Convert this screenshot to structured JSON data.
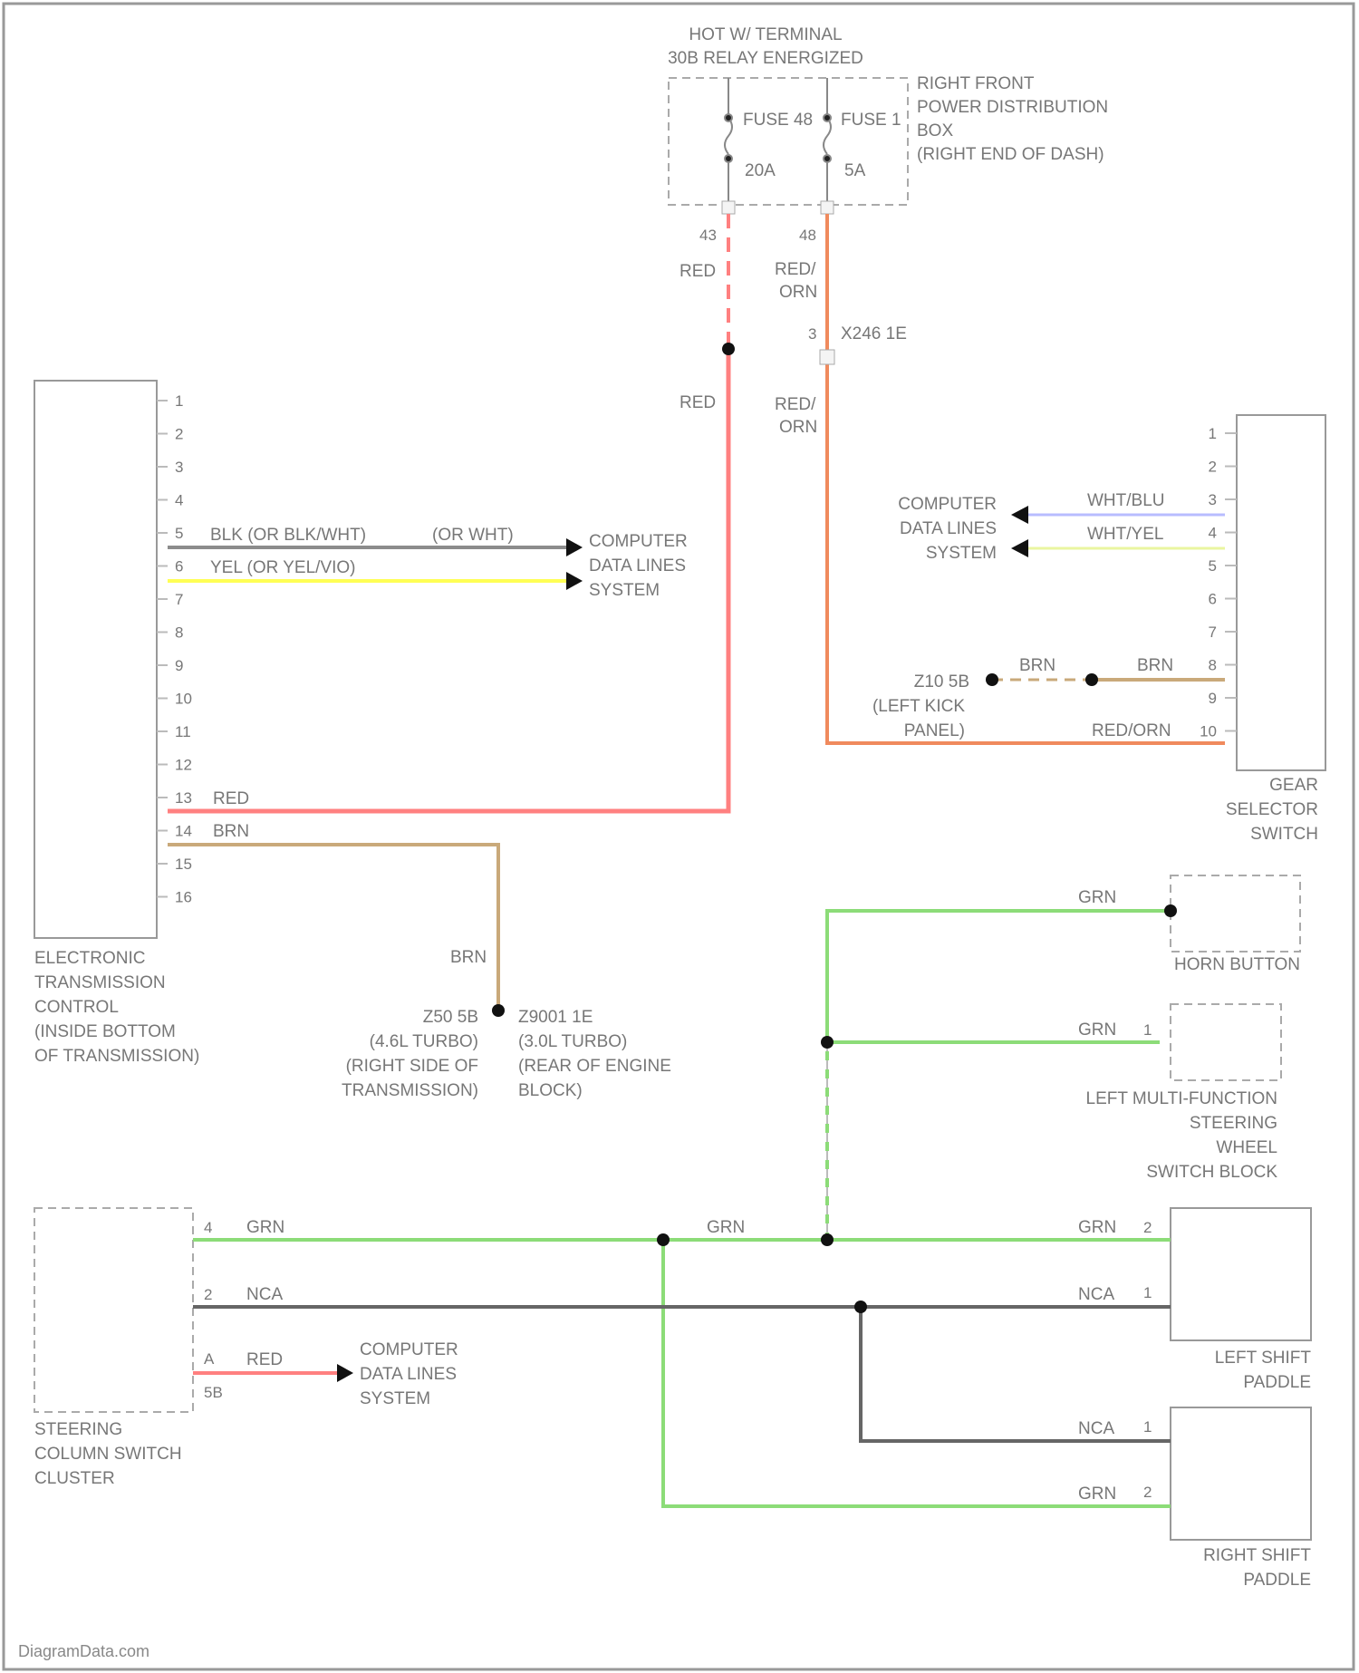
{
  "colors": {
    "red": "#ff8080",
    "red_orn": "#f08a5d",
    "blk": "#8c8c8c",
    "yel": "#ffff55",
    "brn": "#c9a97a",
    "grn": "#8cdc78",
    "nca": "#666666",
    "wht_blu": "#b8bcff",
    "wht_yel": "#eaf5a0"
  },
  "hot_terminal": {
    "line1": "HOT W/ TERMINAL",
    "line2": "30B RELAY ENERGIZED"
  },
  "distribution_box": {
    "label": [
      "RIGHT FRONT",
      "POWER DISTRIBUTION",
      "BOX",
      "(RIGHT END OF DASH)"
    ],
    "fuse_a": {
      "name": "FUSE 48",
      "rating": "20A",
      "pin": "43"
    },
    "fuse_b": {
      "name": "FUSE 1",
      "rating": "5A",
      "pin": "48"
    }
  },
  "wires": {
    "red": "RED",
    "red_orn": [
      "RED/",
      "ORN"
    ],
    "red_orn_full": "RED/ORN",
    "blk": "BLK (OR BLK/WHT)",
    "blk_alt": "(OR WHT)",
    "yel": "YEL (OR YEL/VIO)",
    "brn": "BRN",
    "grn": "GRN",
    "nca": "NCA",
    "wht_blu": "WHT/BLU",
    "wht_yel": "WHT/YEL"
  },
  "connectors": {
    "x246": {
      "label": "X246 1E",
      "pin": "3"
    },
    "g210": {
      "label": "Z10 5B",
      "sub": [
        "(LEFT KICK",
        "PANEL)"
      ]
    },
    "g_left": {
      "label": "Z50 5B",
      "sub": [
        "(4.6L TURBO)",
        "(RIGHT SIDE OF",
        "TRANSMISSION)"
      ]
    },
    "g_right": {
      "label": "Z9001 1E",
      "sub": [
        "(3.0L TURBO)",
        "(REAR OF ENGINE",
        "BLOCK)"
      ]
    }
  },
  "data_lines": [
    "COMPUTER",
    "DATA LINES",
    "SYSTEM"
  ],
  "etc_module": {
    "label": [
      "ELECTRONIC",
      "TRANSMISSION",
      "CONTROL",
      "(INSIDE BOTTOM",
      "OF TRANSMISSION)"
    ],
    "pins": [
      "1",
      "2",
      "3",
      "4",
      "5",
      "6",
      "7",
      "8",
      "9",
      "10",
      "11",
      "12",
      "13",
      "14",
      "15",
      "16"
    ]
  },
  "gear_selector": {
    "label": [
      "GEAR",
      "SELECTOR",
      "SWITCH"
    ],
    "pins": [
      "1",
      "2",
      "3",
      "4",
      "5",
      "6",
      "7",
      "8",
      "9",
      "10"
    ]
  },
  "horn_button": {
    "label": "HORN BUTTON"
  },
  "mfsw": {
    "label": [
      "LEFT MULTI-FUNCTION",
      "STEERING",
      "WHEEL",
      "SWITCH BLOCK"
    ],
    "pin": "1"
  },
  "left_paddle": {
    "label": [
      "LEFT SHIFT",
      "PADDLE"
    ],
    "pins": [
      "2",
      "1"
    ]
  },
  "right_paddle": {
    "label": [
      "RIGHT SHIFT",
      "PADDLE"
    ],
    "pins": [
      "1",
      "2"
    ]
  },
  "column_cluster": {
    "label": [
      "STEERING",
      "COLUMN SWITCH",
      "CLUSTER"
    ],
    "pins": [
      "4",
      "2",
      "A",
      "5B"
    ]
  },
  "watermark": "DiagramData.com"
}
